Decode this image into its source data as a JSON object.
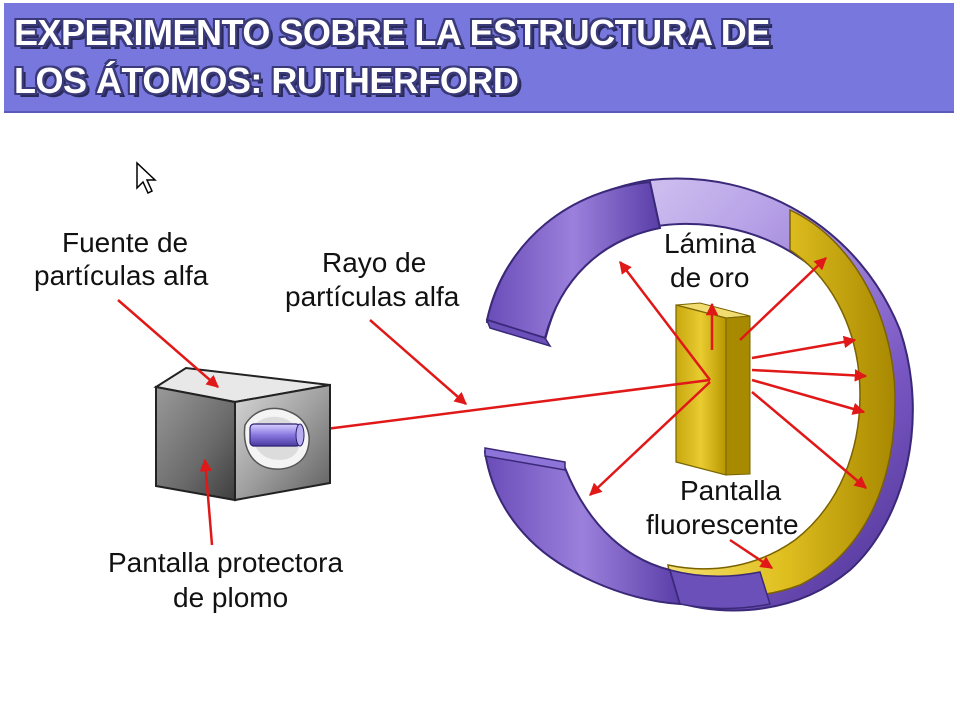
{
  "title": {
    "line1": "EXPERIMENTO SOBRE LA ESTRUCTURA DE",
    "line2": "LOS ÁTOMOS: RUTHERFORD"
  },
  "labels": {
    "source": [
      "Fuente de",
      "partículas alfa"
    ],
    "ray": [
      "Rayo de",
      "partículas alfa"
    ],
    "foil": [
      "Lámina",
      "de oro"
    ],
    "screen": [
      "Pantalla",
      "fluorescente"
    ],
    "shield": [
      "Pantalla protectora",
      "de plomo"
    ]
  },
  "icons": {
    "cursor": "mouse-pointer-icon"
  },
  "colors": {
    "banner": "#7777dd",
    "arrow": "#e01818",
    "ring_purple": "#8a6ad0",
    "ring_gold": "#d4b010",
    "foil_gold": "#d8be18",
    "box_gray": "#5a5a5a"
  }
}
